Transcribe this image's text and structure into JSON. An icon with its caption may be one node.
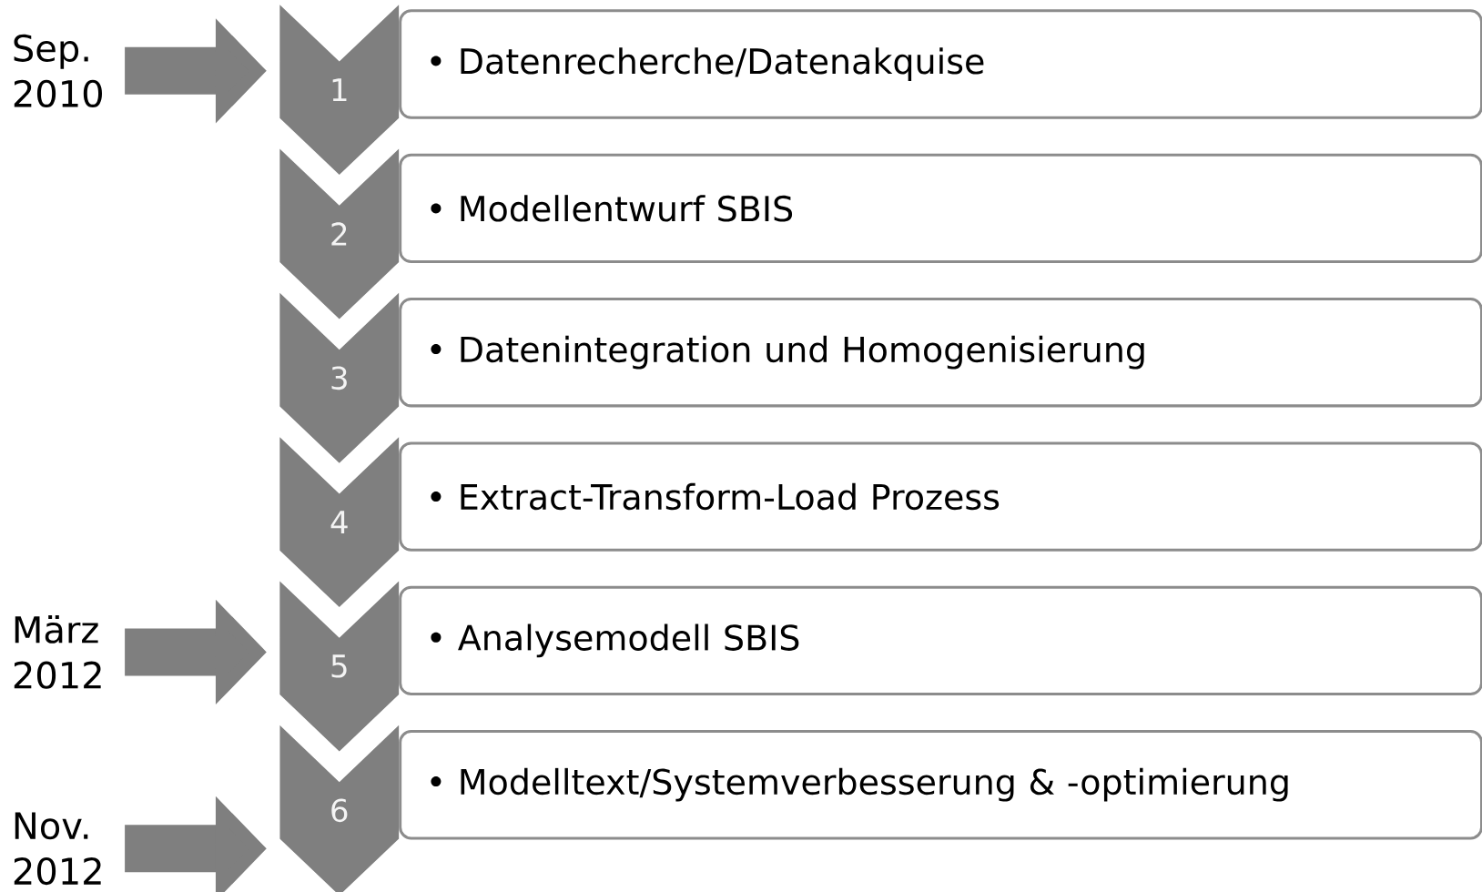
{
  "diagram": {
    "nodes": [
      {
        "text": [
          "1"
        ]
      },
      {
        "text": [
          "2"
        ]
      },
      {
        "text": [
          "3"
        ]
      },
      {
        "text": [
          "4"
        ]
      },
      {
        "text": [
          "5"
        ]
      },
      {
        "text": [
          "6"
        ]
      },
      {
        "text": [
          "• Datenrecherche/Datenakquise"
        ]
      },
      {
        "text": [
          "• Modellentwurf SBIS"
        ]
      },
      {
        "text": [
          "• Datenintegration und Homogenisierung"
        ]
      },
      {
        "text": [
          "• Extract-Transform-Load Prozess"
        ]
      },
      {
        "text": [
          "• Analysemodell SBIS"
        ]
      },
      {
        "text": [
          "• Modelltext/Systemverbesserung & -optimierung"
        ]
      },
      {
        "text": [
          "Sep. 2010"
        ]
      },
      {
        "text": [
          "März 2012"
        ]
      },
      {
        "text": [
          "Nov. 2012"
        ]
      }
    ],
    "edges": [
      {
        "from": 12,
        "to": 0,
        "arrow": "to"
      },
      {
        "from": 13,
        "to": 4,
        "arrow": "to"
      },
      {
        "from": 14,
        "to": 5,
        "arrow": "to"
      }
    ]
  }
}
